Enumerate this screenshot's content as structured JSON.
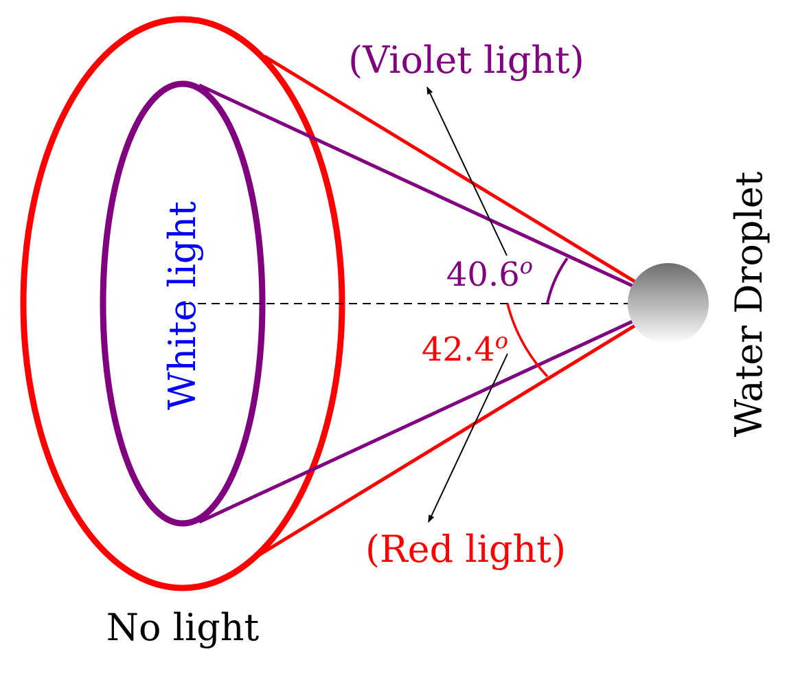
{
  "labels": {
    "violet_light": "(Violet light)",
    "red_light": "(Red light)",
    "white_light": "White light",
    "no_light": "No light",
    "water_droplet": "Water Droplet",
    "violet_angle": "40.6",
    "red_angle": "42.4",
    "degree_symbol": "o"
  },
  "colors": {
    "red": "#ff0000",
    "violet": "#800080",
    "white_light_text": "#0000ff",
    "text": "#000000",
    "droplet_dark": "#6e6e6e",
    "droplet_light": "#ffffff"
  }
}
